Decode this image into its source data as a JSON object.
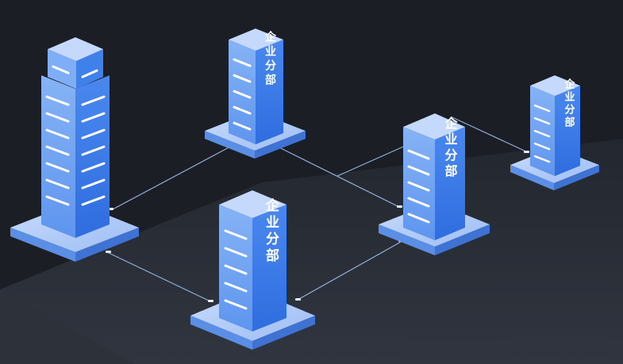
{
  "colors": {
    "background": "#1b1e25",
    "floor": "#2a2f38",
    "base_top": "#a9c6f7",
    "base_left": "#5b8fe6",
    "base_right": "#3f73d3",
    "tower_front": "#6da2f2",
    "tower_side": "#3a7ae7",
    "tower_top": "#c4d9fb",
    "link": "#a9c6f7"
  },
  "buildings": [
    {
      "id": "headquarters",
      "label": ""
    },
    {
      "id": "branch-top",
      "label": "企业分部"
    },
    {
      "id": "branch-center",
      "label": "企业分部"
    },
    {
      "id": "branch-bottom",
      "label": "企业分部"
    },
    {
      "id": "branch-far-right",
      "label": "企业分部"
    }
  ],
  "links": [
    [
      "headquarters",
      "branch-top"
    ],
    [
      "headquarters",
      "branch-bottom"
    ],
    [
      "branch-top",
      "branch-center"
    ],
    [
      "branch-bottom",
      "branch-center"
    ],
    [
      "branch-center",
      "branch-far-right"
    ]
  ]
}
